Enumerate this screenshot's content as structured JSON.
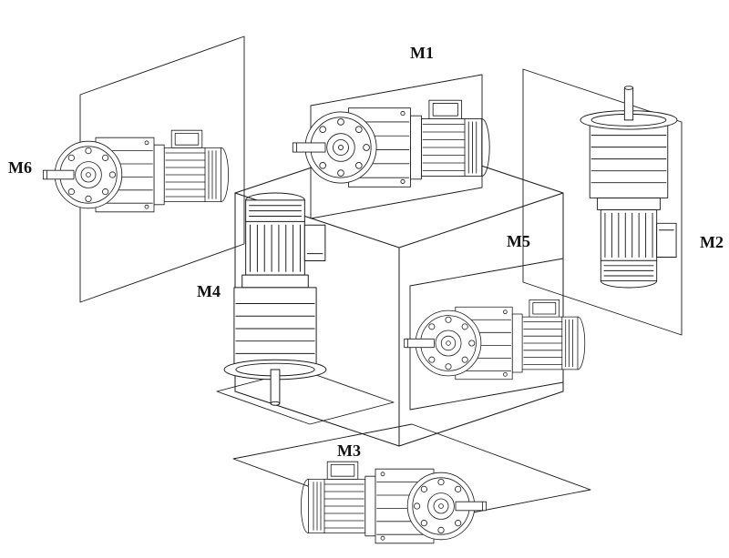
{
  "diagram": {
    "labels": {
      "m1": "M1",
      "m2": "M2",
      "m3": "M3",
      "m4": "M4",
      "m5": "M5",
      "m6": "M6"
    },
    "line_color": "#1a1a1a",
    "background": "#ffffff"
  }
}
